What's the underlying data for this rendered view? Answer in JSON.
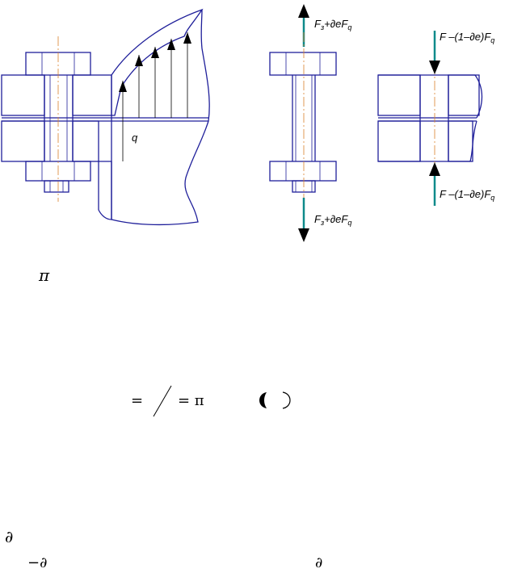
{
  "labels": {
    "q": "q",
    "top_force": "F",
    "top_force_sub": "з",
    "top_force_rest": "+∂eF",
    "top_force_q": "q",
    "bottom_force": "F",
    "bottom_force_sub": "з",
    "bottom_force_rest": "+∂eF",
    "bottom_force_q": "q",
    "right_top_force": "F –(1–∂e)F",
    "right_top_force_q": "q",
    "right_bottom_force": "F –(1–∂e)F",
    "right_bottom_force_q": "q"
  },
  "symbols": {
    "pi_1": "π",
    "eq_1": "=",
    "eq_2": "= π",
    "partial_1": "∂",
    "minus_partial": "−∂",
    "partial_2": "∂"
  },
  "colors": {
    "outline": "#1f1f9a",
    "axis": "#d9822b",
    "arrow_teal": "#0e8a8a",
    "arrow_black": "#000000"
  }
}
